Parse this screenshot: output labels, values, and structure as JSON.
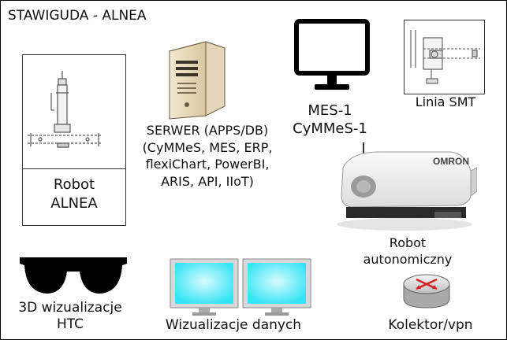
{
  "title": "STAWIGUDA - ALNEA",
  "nodes": {
    "robot_alnea": {
      "line1": "Robot",
      "line2": "ALNEA"
    },
    "server": {
      "line1": "SERWER (APPS/DB)",
      "line2": "(CyMMeS, MES, ERP,",
      "line3": "flexiChart, PowerBI,",
      "line4": "ARIS, API, IIoT)"
    },
    "mes": {
      "line1": "MES-1",
      "line2": "CyMMeS-1"
    },
    "smt": {
      "label": "Linia SMT"
    },
    "omron": {
      "brand": "OMRON",
      "line1": "Robot",
      "line2": "autonomiczny"
    },
    "htc": {
      "line1": "3D wizualizacje",
      "line2": "HTC"
    },
    "wizualizacje": {
      "label": "Wizualizacje danych"
    },
    "kolektor": {
      "label": "Kolektor/vpn"
    }
  },
  "icons": {
    "server": "server-tower-icon",
    "mes": "monitor-icon",
    "smt": "smt-line-icon",
    "robot_alnea": "robot-arm-icon",
    "omron": "autonomous-mobile-robot-icon",
    "htc": "vr-glasses-icon",
    "wizualizacje": "dual-monitor-icon",
    "kolektor": "router-icon"
  },
  "colors": {
    "screen_cyan": "#34e4f4",
    "router_arrow": "#d42020",
    "server_beige": "#e9dcc0"
  }
}
